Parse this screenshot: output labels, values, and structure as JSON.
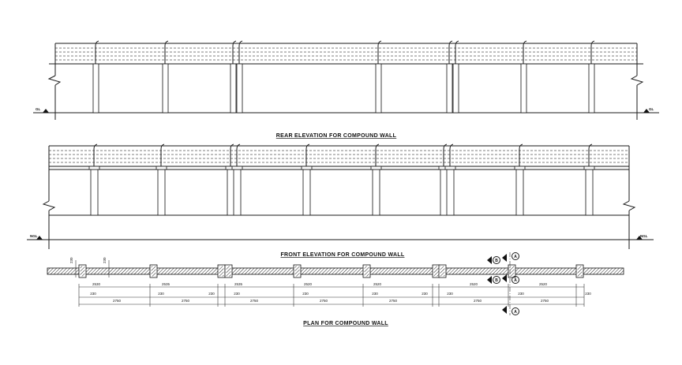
{
  "titles": {
    "rear": "REAR ELEVATION FOR COMPOUND WALL",
    "front": "FRONT ELEVATION FOR COMPOUND WALL",
    "plan": "PLAN FOR COMPOUND WALL"
  },
  "levels": {
    "rear_left": "GL",
    "rear_right": "GL",
    "front_left": "NGL",
    "front_right": "NGL"
  },
  "plan": {
    "left_vertical_dims": [
      "230",
      "230"
    ],
    "upper_dims": [
      "2530",
      "2535",
      "2535",
      "2520",
      "2520",
      "2520",
      "2520"
    ],
    "pier_dims": [
      "230",
      "230",
      "230",
      "230",
      "230",
      "230",
      "230",
      "230",
      "230",
      "230"
    ],
    "lower_dims": [
      "2750",
      "2750",
      "2750",
      "2750",
      "2750",
      "2750",
      "2750"
    ],
    "section_marks": [
      "B",
      "B"
    ],
    "elevation_marks": [
      "A",
      "A",
      "A"
    ]
  }
}
